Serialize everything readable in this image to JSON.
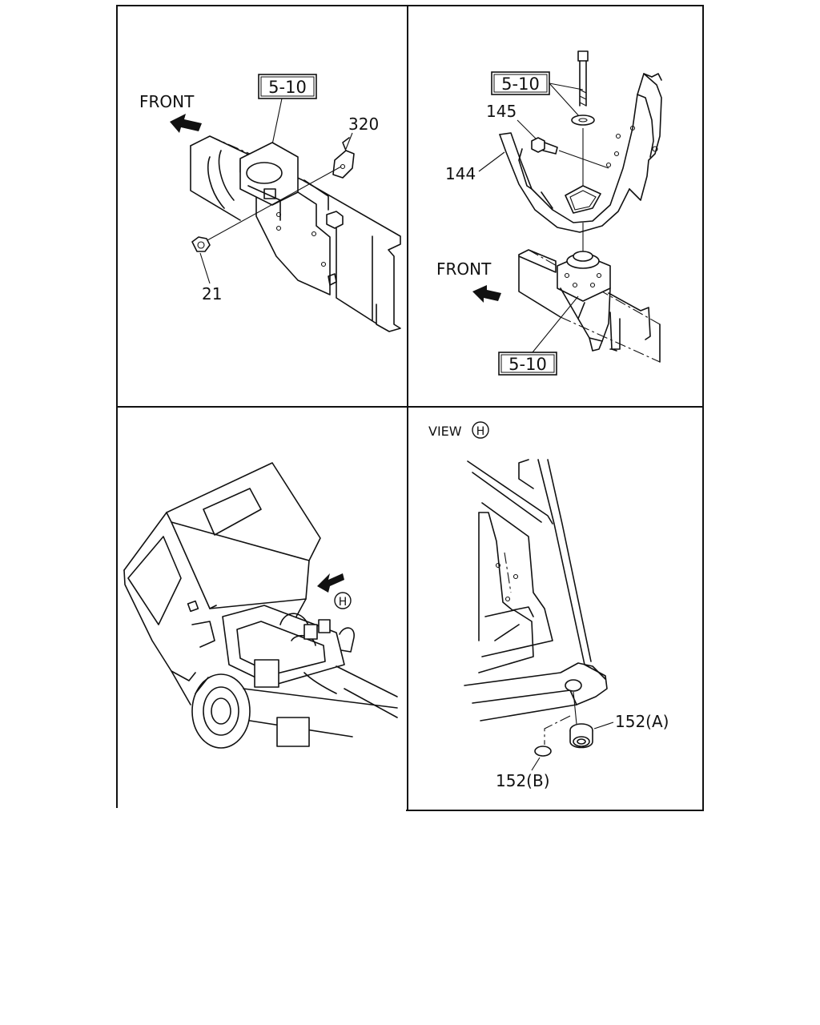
{
  "panels": {
    "top_left": {
      "front_label": "FRONT",
      "ref_box": "5-10",
      "callouts": [
        "320",
        "21"
      ]
    },
    "top_right": {
      "front_label": "FRONT",
      "ref_box_top": "5-10",
      "ref_box_bottom": "5-10",
      "callouts": [
        "145",
        "144"
      ]
    },
    "bottom_left": {
      "view_marker": "H"
    },
    "bottom_right": {
      "view_prefix": "VIEW",
      "view_marker": "H",
      "callouts": [
        "152(A)",
        "152(B)"
      ]
    }
  }
}
